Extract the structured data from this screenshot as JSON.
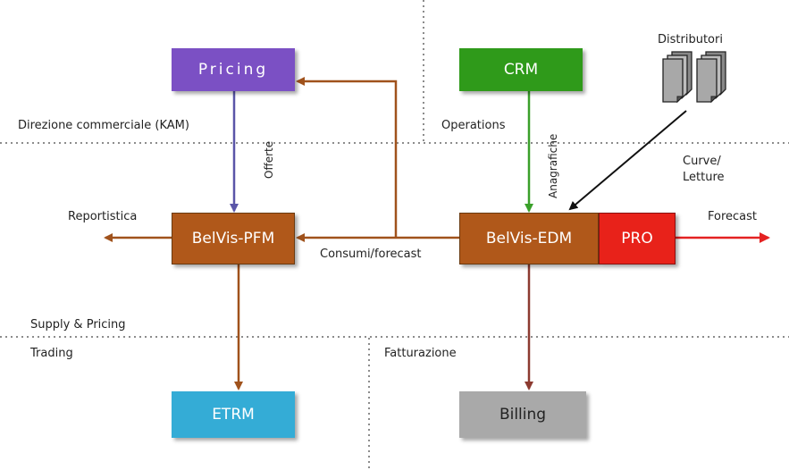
{
  "title": "",
  "boxes": {
    "pricing": "Pricing",
    "crm": "CRM",
    "pfm": "BelVis-PFM",
    "edm": "BelVis-EDM",
    "pro": "PRO",
    "etrm": "ETRM",
    "billing": "Billing"
  },
  "labels": {
    "distributori": "Distributori",
    "direzione": "Direzione commerciale (KAM)",
    "operations": "Operations",
    "offerte": "Offerte",
    "anagrafiche": "Anagrafiche",
    "curve": "Curve/",
    "letture": "Letture",
    "reportistica": "Reportistica",
    "forecast": "Forecast",
    "consumi": "Consumi/forecast",
    "supply": "Supply & Pricing",
    "trading": "Trading",
    "fatturazione": "Fatturazione"
  },
  "colors": {
    "pricing": "#7b50c4",
    "crm": "#2f9a1a",
    "belvis": "#b0581a",
    "pro": "#e8221a",
    "etrm": "#34acd6",
    "billing": "#a9a9a9",
    "arrow_brown": "#a0521c",
    "arrow_purple": "#5a55a8",
    "arrow_green": "#3aa02a",
    "arrow_red": "#e42222",
    "arrow_billing": "#8c3a30"
  },
  "icons": [
    "document-stack-icon",
    "document-stack-icon"
  ]
}
